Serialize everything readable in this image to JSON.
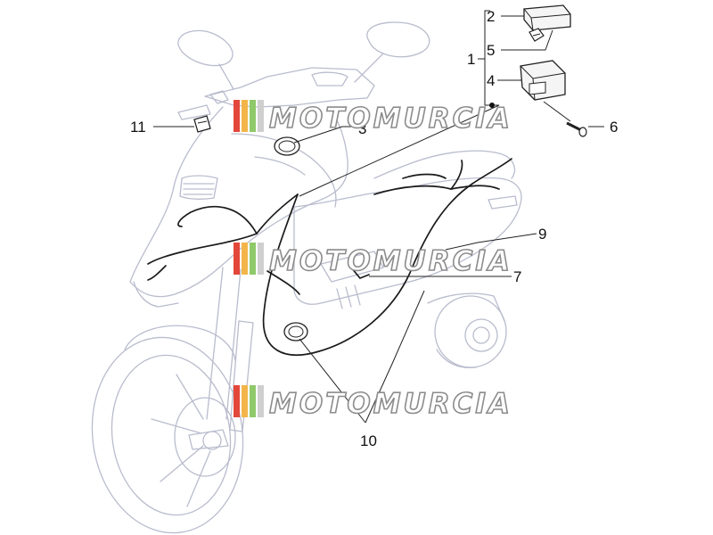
{
  "callouts": {
    "c1": "1",
    "c2": "2",
    "c3": "3",
    "c4": "4",
    "c5": "5",
    "c6": "6",
    "c7": "7",
    "c9": "9",
    "c10": "10",
    "c11": "11"
  },
  "watermark": {
    "text": "MOTOMURCIA",
    "stripe_colors": [
      "#e3473a",
      "#f3b54a",
      "#8fc96a",
      "#cfcfcf"
    ]
  },
  "colors": {
    "outline": "#b9bccd",
    "wire": "#1a1a1a",
    "text": "#111111"
  }
}
